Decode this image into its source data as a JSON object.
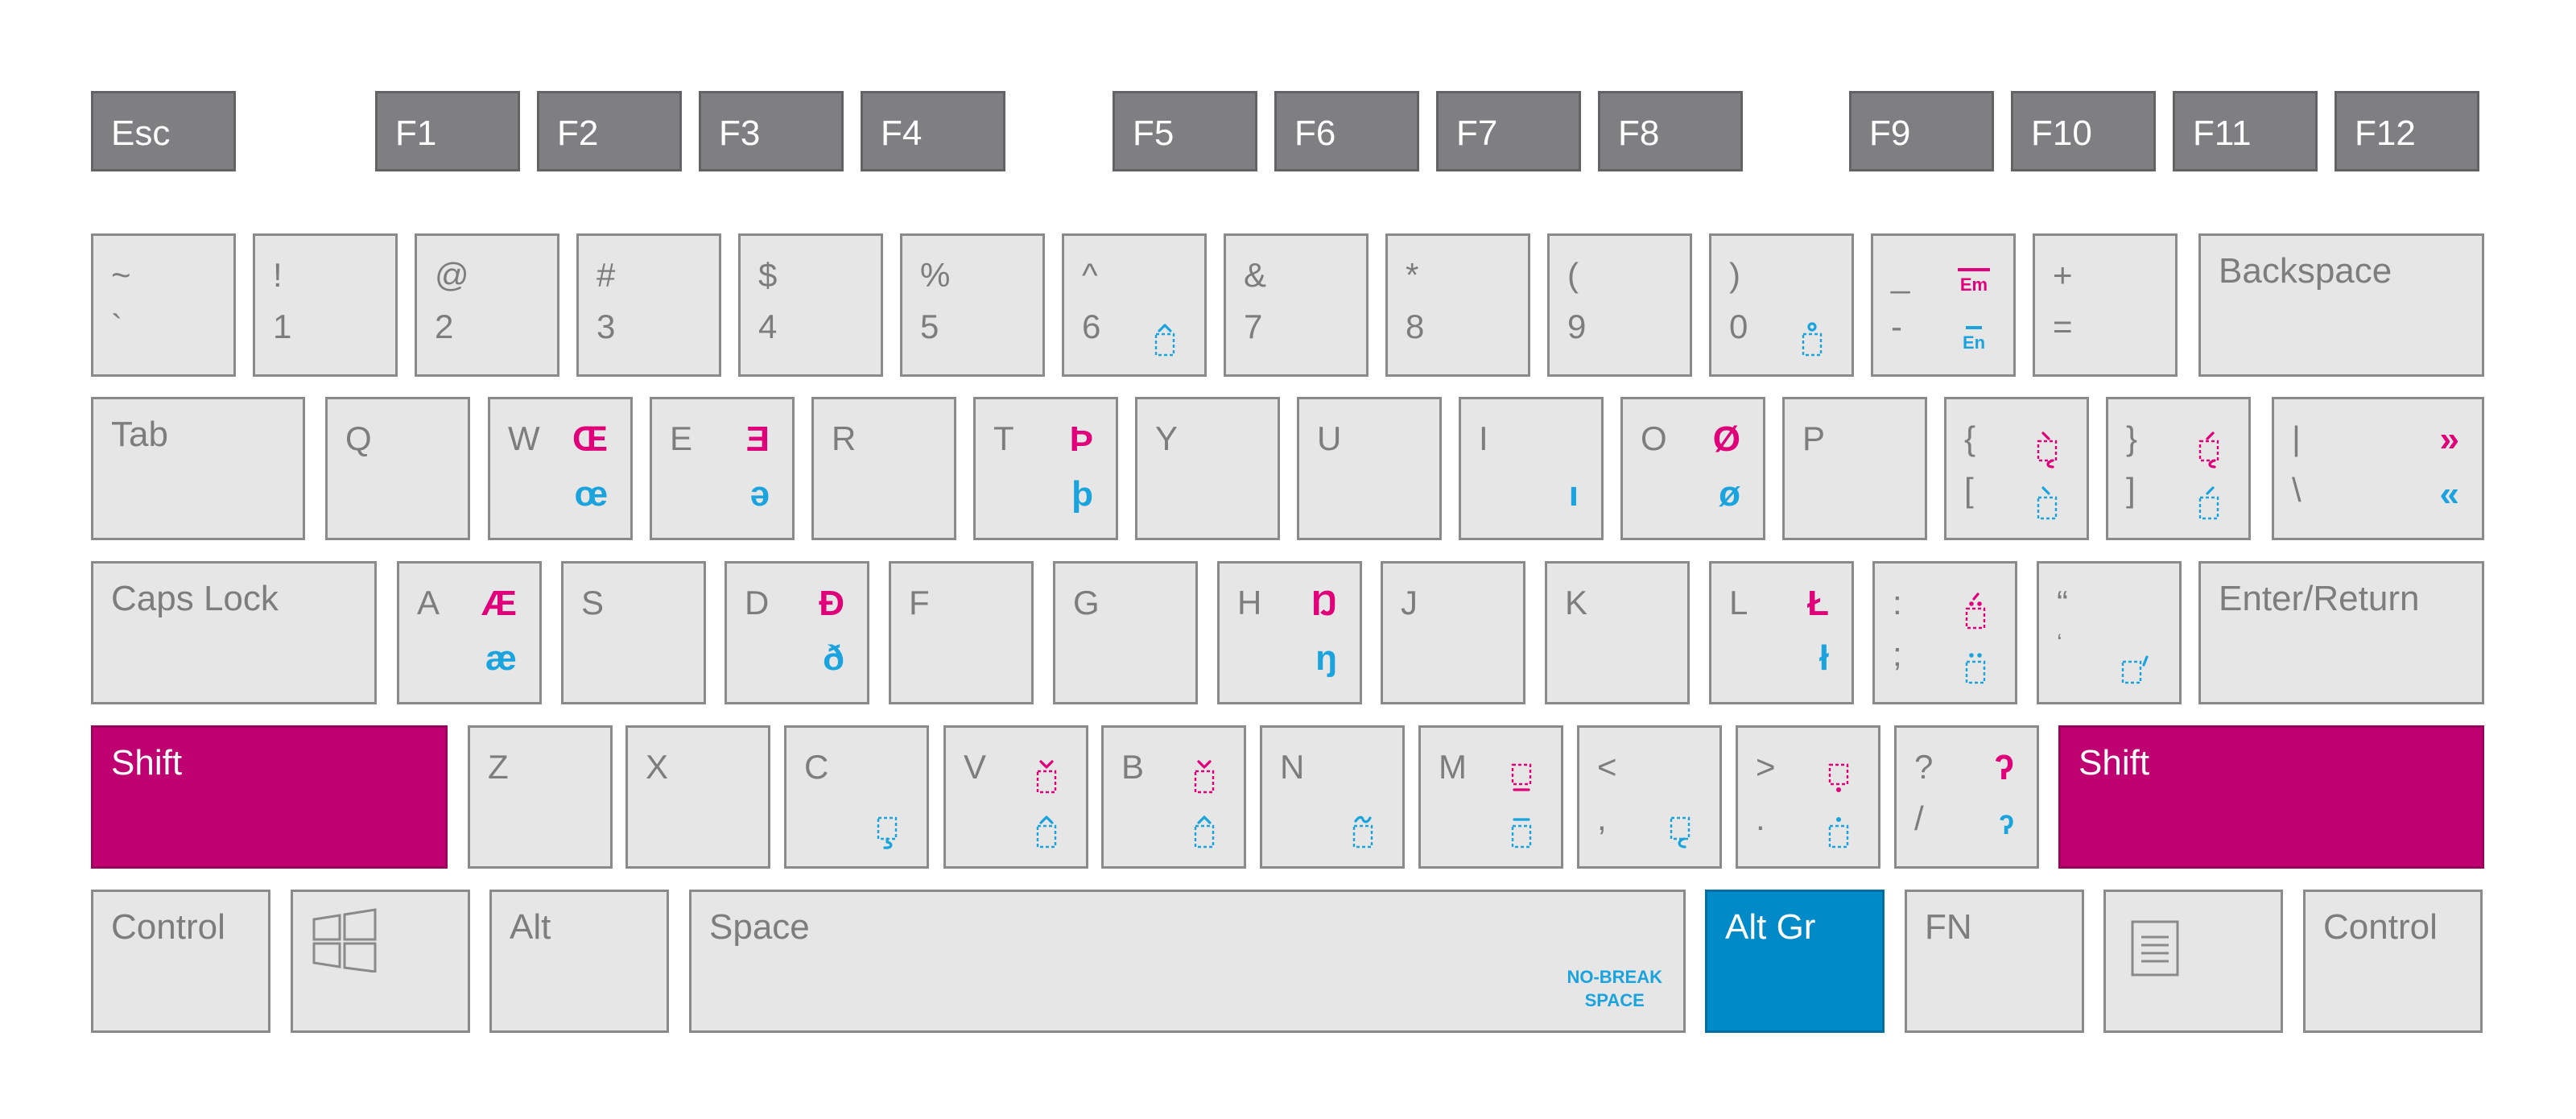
{
  "function_row": [
    "Esc",
    "F1",
    "F2",
    "F3",
    "F4",
    "F5",
    "F6",
    "F7",
    "F8",
    "F9",
    "F10",
    "F11",
    "F12"
  ],
  "number_row": {
    "tilde": {
      "upper": "~",
      "lower": "`"
    },
    "one": {
      "upper": "!",
      "lower": "1"
    },
    "two": {
      "upper": "@",
      "lower": "2"
    },
    "three": {
      "upper": "#",
      "lower": "3"
    },
    "four": {
      "upper": "$",
      "lower": "4"
    },
    "five": {
      "upper": "%",
      "lower": "5"
    },
    "six": {
      "upper": "^",
      "lower": "6",
      "diacritic_bottom": "circumflex-above-blue"
    },
    "seven": {
      "upper": "&",
      "lower": "7"
    },
    "eight": {
      "upper": "*",
      "lower": "8"
    },
    "nine": {
      "upper": "(",
      "lower": "9"
    },
    "zero": {
      "upper": ")",
      "lower": "0",
      "diacritic_bottom": "ring-above-blue"
    },
    "minus": {
      "upper": "_",
      "lower": "-",
      "altgr_shift": "Em",
      "altgr": "En"
    },
    "equals": {
      "upper": "+",
      "lower": "="
    },
    "backspace": "Backspace"
  },
  "qwerty_row": {
    "tab": "Tab",
    "q": {
      "label": "Q"
    },
    "w": {
      "label": "W",
      "altgr_shift": "Œ",
      "altgr": "œ"
    },
    "e": {
      "label": "E",
      "altgr_shift": "Ǝ",
      "altgr": "ə"
    },
    "r": {
      "label": "R"
    },
    "t": {
      "label": "T",
      "altgr_shift": "Þ",
      "altgr": "þ"
    },
    "y": {
      "label": "Y"
    },
    "u": {
      "label": "U"
    },
    "i": {
      "label": "I",
      "altgr": "ı"
    },
    "o": {
      "label": "O",
      "altgr_shift": "Ø",
      "altgr": "ø"
    },
    "p": {
      "label": "P"
    },
    "lbracket": {
      "upper": "{",
      "lower": "[",
      "diacritics": [
        "grave-ogonek-pink",
        "grave-above-blue"
      ]
    },
    "rbracket": {
      "upper": "}",
      "lower": "]",
      "diacritics": [
        "acute-ogonek-pink",
        "acute-above-blue"
      ]
    },
    "backslash": {
      "upper": "|",
      "lower": "\\",
      "altgr_shift": "»",
      "altgr": "«"
    }
  },
  "home_row": {
    "caps": "Caps Lock",
    "a": {
      "label": "A",
      "altgr_shift": "Æ",
      "altgr": "æ"
    },
    "s": {
      "label": "S"
    },
    "d": {
      "label": "D",
      "altgr_shift": "Đ",
      "altgr": "ð"
    },
    "f": {
      "label": "F"
    },
    "g": {
      "label": "G"
    },
    "h": {
      "label": "H",
      "altgr_shift": "Ŋ",
      "altgr": "ŋ"
    },
    "j": {
      "label": "J"
    },
    "k": {
      "label": "K"
    },
    "l": {
      "label": "L",
      "altgr_shift": "Ł",
      "altgr": "ł"
    },
    "semicolon": {
      "upper": ":",
      "lower": ";",
      "diacritics": [
        "diaeresis-acute-pink",
        "diaeresis-blue"
      ]
    },
    "quote": {
      "upper": "“",
      "lower": "‘",
      "diacritics": [
        "apostrophe-blue"
      ]
    },
    "enter": "Enter/Return"
  },
  "bottom_letter_row": {
    "shift_left": "Shift",
    "z": {
      "label": "Z"
    },
    "x": {
      "label": "X"
    },
    "c": {
      "label": "C",
      "diacritics": [
        "cedilla-blue"
      ]
    },
    "v": {
      "label": "V",
      "diacritics": [
        "caron-pink",
        "circumflex-above-blue"
      ]
    },
    "b": {
      "label": "B",
      "diacritics": [
        "caron-pink",
        "circumflex-above-blue"
      ]
    },
    "n": {
      "label": "N",
      "diacritics": [
        "tilde-blue"
      ]
    },
    "m": {
      "label": "M",
      "diacritics": [
        "macron-below-pink",
        "macron-above-blue"
      ]
    },
    "comma": {
      "upper": "<",
      "lower": ",",
      "diacritics": [
        "ogonek-blue"
      ]
    },
    "period": {
      "upper": ">",
      "lower": ".",
      "diacritics": [
        "dot-below-pink",
        "dot-above-blue"
      ]
    },
    "slash": {
      "upper": "?",
      "lower": "/",
      "altgr_shift": "ʔ",
      "altgr": "ʔ"
    },
    "shift_right": "Shift"
  },
  "space_row": {
    "ctrl_left": "Control",
    "win": "windows-icon",
    "alt": "Alt",
    "space": "Space",
    "no_break": [
      "NO-BREAK",
      "SPACE"
    ],
    "altgr": "Alt Gr",
    "fn": "FN",
    "menu": "menu-icon",
    "ctrl_right": "Control"
  },
  "colors": {
    "key_fill": "#e6e6e6",
    "function_key_fill": "#7f7f82",
    "shift_fill": "#be0070",
    "altgr_fill": "#008ac8",
    "shift_layer_text": "#e0007a",
    "altgr_layer_text": "#1aa3dd"
  }
}
